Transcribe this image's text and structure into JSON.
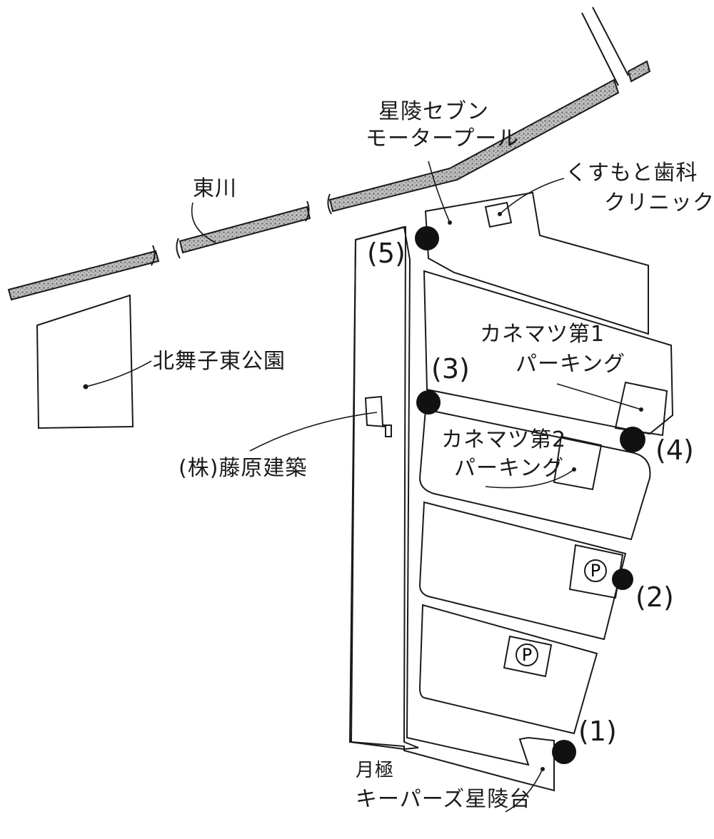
{
  "labels": {
    "river": "東川",
    "park": "北舞子東公園",
    "fujiwara": "(株)藤原建築",
    "seiryo_line1": "星陵セブン",
    "seiryo_line2": "モータープール",
    "clinic_line1": "くすもと歯科",
    "clinic_line2": "クリニック",
    "kanematsu1_line1": "カネマツ第1",
    "kanematsu1_line2": "パーキング",
    "kanematsu2_line1": "カネマツ第2",
    "kanematsu2_line2": "パーキング",
    "keepers_line1": "月極",
    "keepers_line2": "キーパーズ星陵台"
  },
  "markers": {
    "m1": "(1)",
    "m2": "(2)",
    "m3": "(3)",
    "m4": "(4)",
    "m5": "(5)"
  },
  "parking_signs": {
    "p1": "P",
    "p2": "P"
  },
  "colors": {
    "ink": "#1a1a1a",
    "river_fill": "#9a9a9a",
    "marker": "#111111"
  }
}
